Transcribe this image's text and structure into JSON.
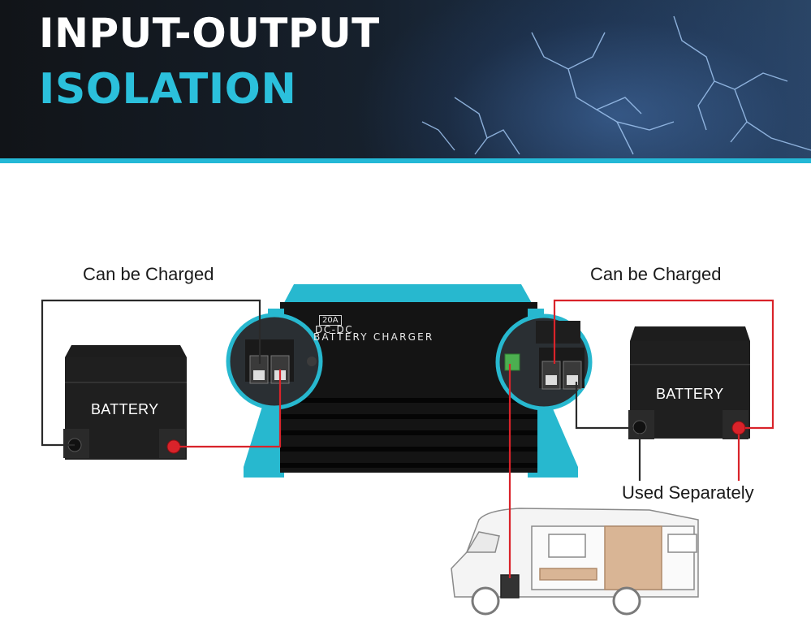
{
  "banner": {
    "title_line1": "INPUT-OUTPUT",
    "title_line2": "ISOLATION"
  },
  "labels": {
    "left": "Can be Charged",
    "right": "Can be Charged",
    "bottom": "Used Separately"
  },
  "battery": {
    "left_label": "BATTERY",
    "right_label": "BATTERY"
  },
  "charger": {
    "amp_rating": "20A",
    "type": "DC-DC",
    "name": "BATTERY CHARGER"
  },
  "colors": {
    "accent_cyan": "#24b8d6",
    "wire_red": "#d9232a",
    "wire_black": "#2a2a2a",
    "banner_dark": "#111418"
  }
}
